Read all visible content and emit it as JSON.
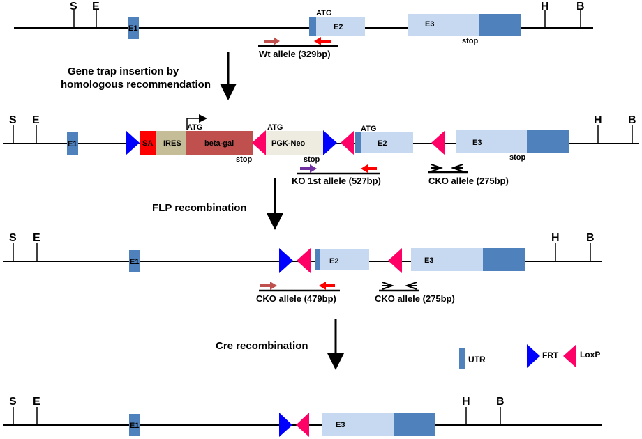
{
  "sites": {
    "s": "S",
    "e": "E",
    "h": "H",
    "b": "B"
  },
  "exons": {
    "e1": "E1",
    "e2": "E2",
    "e3": "E3"
  },
  "labels": {
    "atg": "ATG",
    "stop": "stop",
    "sa": "SA",
    "ires": "IRES",
    "beta_gal": "beta-gal",
    "pgk_neo": "PGK-Neo"
  },
  "alleles": {
    "wt": "Wt allele (329bp)",
    "ko_first": "KO 1st allele (527bp)",
    "cko_275": "CKO allele (275bp)",
    "cko_479": "CKO allele (479bp)"
  },
  "steps": {
    "gene_trap_line1": "Gene trap insertion by",
    "gene_trap_line2": "homologous recommendation",
    "flp": "FLP recombination",
    "cre": "Cre recombination"
  },
  "legend": {
    "utr": "UTR",
    "frt": "FRT",
    "loxp": "LoxP"
  },
  "colors": {
    "utr_blue": "#4f81bd",
    "exon_light": "#c6d9f1",
    "frt_blue": "#0000ff",
    "loxp_pink": "#ff0066",
    "sa_red": "#ff0000",
    "ires_tan": "#c4bd97",
    "beta_gal": "#c0504d",
    "pgk_neo": "#eeece1",
    "primer_wt": "#c0504d",
    "primer_red": "#ff0000",
    "primer_purple": "#7030a0"
  }
}
